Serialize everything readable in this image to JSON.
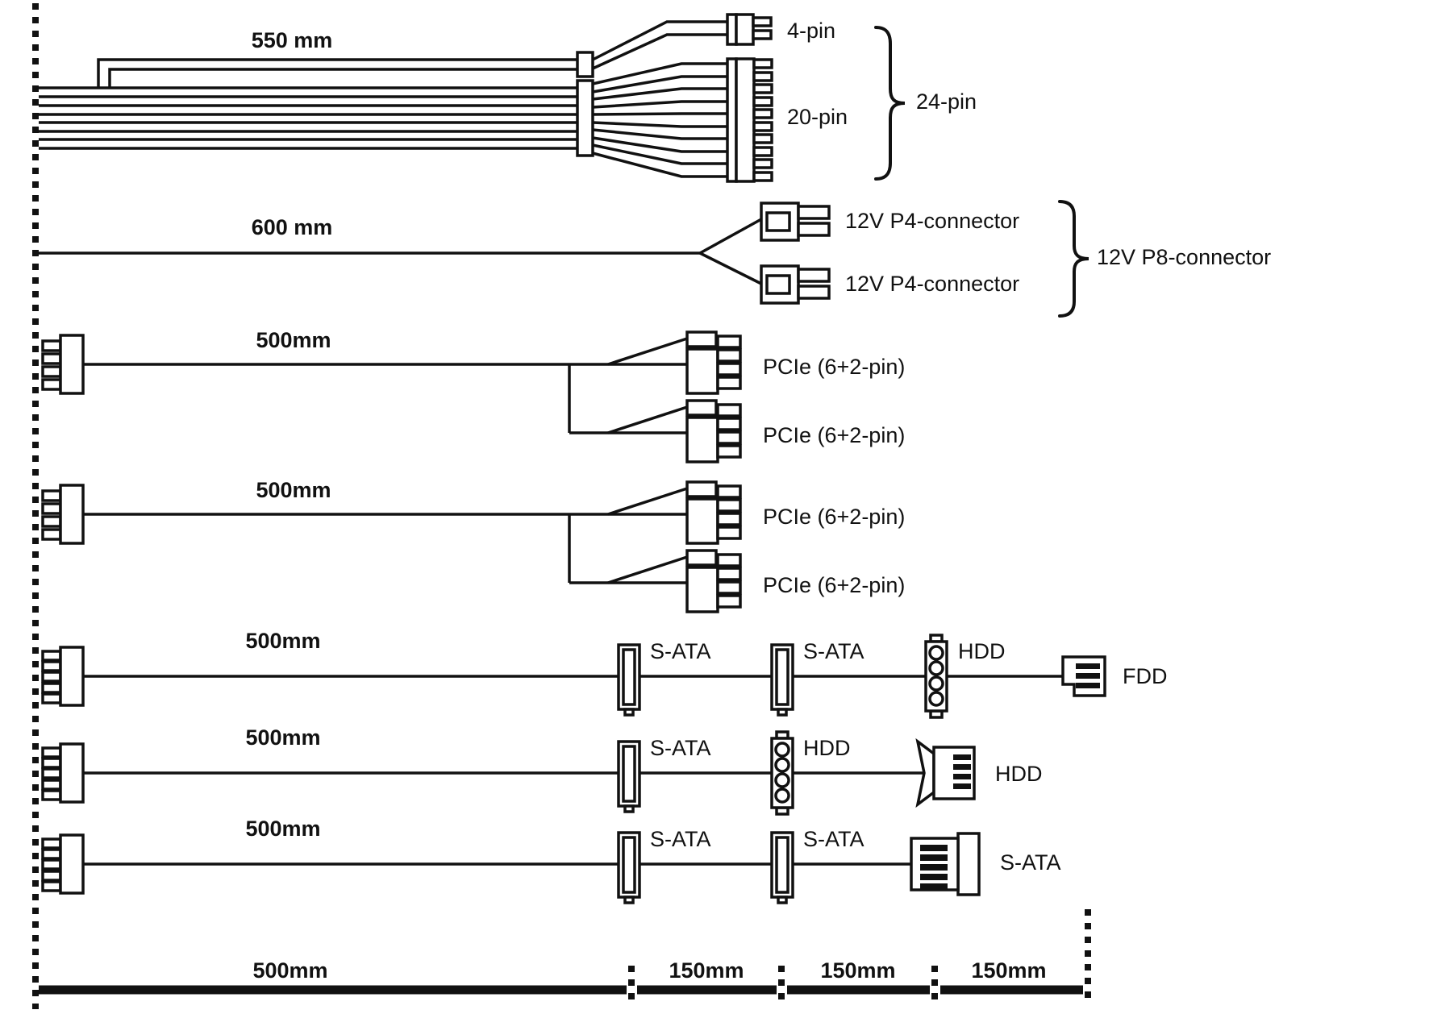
{
  "diagram": {
    "type": "psu-cable-length-diagram",
    "line_color": "#111111",
    "background": "#ffffff"
  },
  "cables": [
    {
      "length_label": "550 mm",
      "connectors": [
        {
          "label": "4-pin"
        },
        {
          "label": "20-pin"
        }
      ],
      "group_label": "24-pin"
    },
    {
      "length_label": "600 mm",
      "connectors": [
        {
          "label": "12V P4-connector"
        },
        {
          "label": "12V P4-connector"
        }
      ],
      "group_label": "12V P8-connector"
    },
    {
      "length_label": "500mm",
      "connectors": [
        {
          "label": "PCIe (6+2-pin)"
        },
        {
          "label": "PCIe (6+2-pin)"
        }
      ]
    },
    {
      "length_label": "500mm",
      "connectors": [
        {
          "label": "PCIe (6+2-pin)"
        },
        {
          "label": "PCIe (6+2-pin)"
        }
      ]
    },
    {
      "length_label": "500mm",
      "connectors": [
        {
          "label": "S-ATA"
        },
        {
          "label": "S-ATA"
        },
        {
          "label": "HDD"
        },
        {
          "label": "FDD"
        }
      ]
    },
    {
      "length_label": "500mm",
      "connectors": [
        {
          "label": "S-ATA"
        },
        {
          "label": "HDD"
        },
        {
          "label": "HDD"
        }
      ]
    },
    {
      "length_label": "500mm",
      "connectors": [
        {
          "label": "S-ATA"
        },
        {
          "label": "S-ATA"
        },
        {
          "label": "S-ATA"
        }
      ]
    }
  ],
  "scale_bar": {
    "segments": [
      {
        "label": "500mm"
      },
      {
        "label": "150mm"
      },
      {
        "label": "150mm"
      },
      {
        "label": "150mm"
      }
    ]
  }
}
